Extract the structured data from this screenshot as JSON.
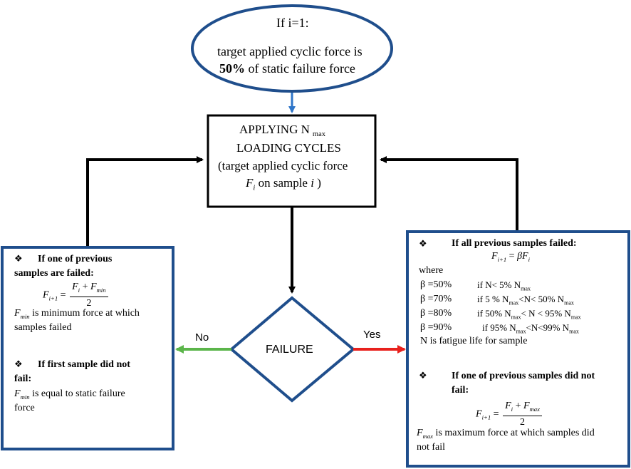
{
  "start": {
    "line1": "If i=1:",
    "line2": "target applied cyclic force is",
    "line3_bold": "50%",
    "line3_rest": " of static failure force"
  },
  "process": {
    "line1": "APPLYING N",
    "line1_sub": "max",
    "line2": "LOADING CYCLES",
    "line3": "(target applied cyclic force",
    "line4_var": "F",
    "line4_var_sub": "i",
    "line4_rest": " on sample ",
    "line4_i": "i",
    "line4_end": " )"
  },
  "decision": {
    "label": "FAILURE"
  },
  "branches": {
    "no": "No",
    "yes": "Yes"
  },
  "left_box": {
    "bullet": "❖",
    "h1_line1": "If one of previous",
    "h1_line2": "samples are failed:",
    "eq_lhs": "F",
    "eq_lhs_sub": "i+1",
    "eq_num_a": "F",
    "eq_num_a_sub": "i",
    "eq_num_plus": " + ",
    "eq_num_b": "F",
    "eq_num_b_sub": "min",
    "eq_den": "2",
    "fmin_var": "F",
    "fmin_sub": "min",
    "fmin_text1": " is minimum force at which",
    "fmin_text2": "samples failed",
    "h2_line1": "If first sample did not",
    "h2_line2": "fail:",
    "fmin2_text1": " is equal to static failure",
    "fmin2_text2": "force"
  },
  "right_box": {
    "bullet": "❖",
    "h1": "If all previous samples failed:",
    "eq1_lhs": "F",
    "eq1_lhs_sub": "i+1",
    "eq1_rhs_beta": "βF",
    "eq1_rhs_sub": "i",
    "where": "where",
    "rules": [
      {
        "beta": "β =50%",
        "cond": "if N< 5% N",
        "cond_sub": "max",
        "cond_tail": ""
      },
      {
        "beta": "β =70%",
        "cond": "if 5 % N",
        "cond_sub": "max",
        "cond_tail": "<N< 50% N",
        "cond_tail_sub": "max"
      },
      {
        "beta": "β =80%",
        "cond": "if 50% N",
        "cond_sub": "max",
        "cond_tail": "< N < 95% N",
        "cond_tail_sub": "max"
      },
      {
        "beta": "β =90%",
        "cond": "if  95% N",
        "cond_sub": "max",
        "cond_tail": "<N<99% N",
        "cond_tail_sub": "max"
      }
    ],
    "fatigue": "N is fatigue life for sample",
    "h2_line1": "If one of previous samples did not",
    "h2_line2": "fail:",
    "eq2_lhs": "F",
    "eq2_lhs_sub": "i+1",
    "eq2_num_a": "F",
    "eq2_num_a_sub": "i",
    "eq2_num_plus": " + ",
    "eq2_num_b": "F",
    "eq2_num_b_sub": "max",
    "eq2_den": "2",
    "fmax_var": "F",
    "fmax_sub": "max",
    "fmax_text1": " is maximum force at which samples did",
    "fmax_text2": "not fail"
  },
  "colors": {
    "box_border": "#1f4e8c",
    "arrow_black": "#000000",
    "arrow_blue": "#2e75c8",
    "arrow_green": "#5bb54a",
    "arrow_red": "#e8211d"
  }
}
